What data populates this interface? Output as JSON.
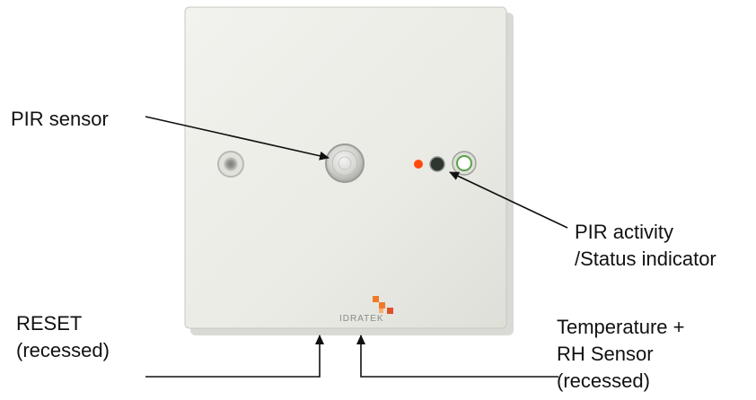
{
  "device": {
    "brand": "IDRATEK"
  },
  "callouts": {
    "pir_sensor": {
      "text": "PIR sensor"
    },
    "pir_activity": {
      "line1": "PIR activity",
      "line2": "/Status indicator"
    },
    "reset": {
      "line1": "RESET",
      "line2": "(recessed)"
    },
    "temperature": {
      "line1": "Temperature +",
      "line2": "RH Sensor",
      "line3": "(recessed)"
    }
  },
  "colors": {
    "plate": "#ecece6",
    "plate_shadow": "#bdbdb8",
    "led_red": "#ff4a10",
    "led_dark": "#2f352f",
    "led_ring": "#5aa34a",
    "arrow": "#111111",
    "logo": "#f07a2a"
  }
}
